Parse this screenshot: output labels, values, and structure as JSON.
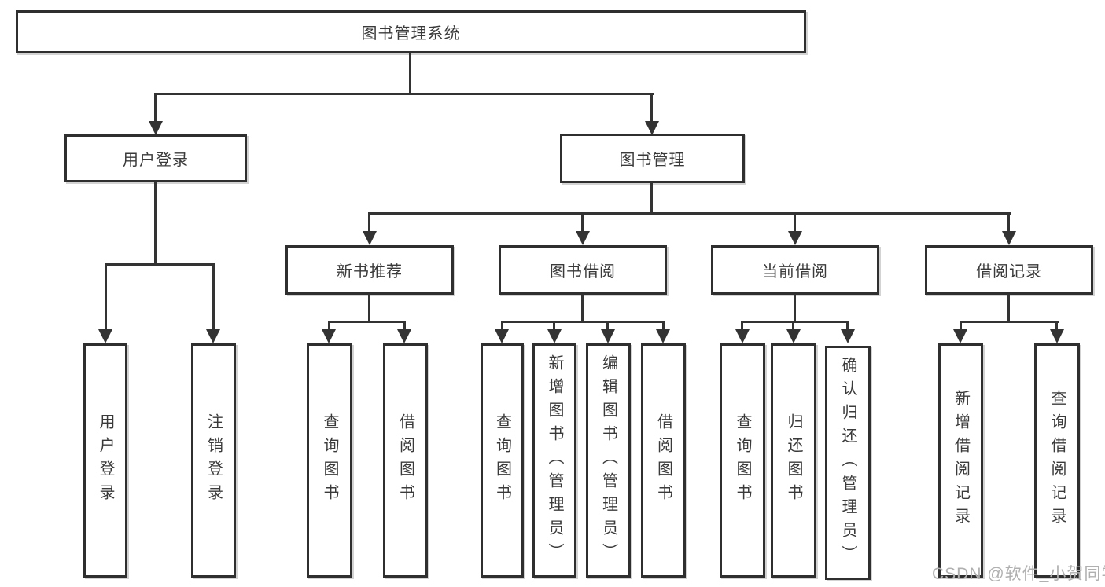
{
  "nodes": {
    "root": "图书管理系统",
    "user_login": "用户登录",
    "book_mgmt": "图书管理",
    "new_book": "新书推荐",
    "book_borrow": "图书借阅",
    "current_borrow": "当前借阅",
    "borrow_record": "借阅记录"
  },
  "leaves": {
    "user_login": [
      "用户登录",
      "注销登录"
    ],
    "new_book": [
      "查询图书",
      "借阅图书"
    ],
    "book_borrow": [
      "查询图书",
      "新增图书（管理员）",
      "编辑图书（管理员）",
      "借阅图书"
    ],
    "current_borrow": [
      "查询图书",
      "归还图书",
      "确认归还（管理员）"
    ],
    "borrow_record": [
      "新增借阅记录",
      "查询借阅记录"
    ]
  },
  "watermark": "CSDN @软件_小贺同学",
  "colors": {
    "line": "#333333",
    "box_border": "#2f2f2f",
    "text": "#3a3a3a",
    "watermark": "#b0b0b0",
    "background": "#ffffff"
  }
}
